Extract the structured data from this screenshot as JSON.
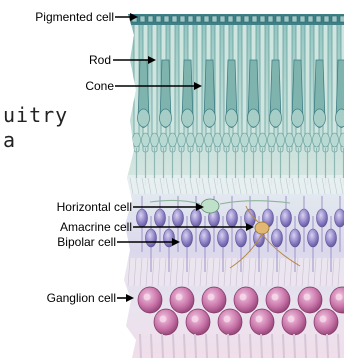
{
  "background_text": {
    "line1": "uitry",
    "line2": "a"
  },
  "labels": {
    "pigmented_cell": "Pigmented cell",
    "rod": "Rod",
    "cone": "Cone",
    "horizontal_cell": "Horizontal cell",
    "amacrine_cell": "Amacrine cell",
    "bipolar_cell": "Bipolar cell",
    "ganglion_cell": "Ganglion cell"
  },
  "colors": {
    "photoreceptor_layer": "#a9cfc9",
    "pigment_layer": "#3f7f86",
    "inner_layer": "#d7dfe6",
    "bipolar_cells": "#8a7fc2",
    "ganglion_cells": "#c46aa3"
  }
}
